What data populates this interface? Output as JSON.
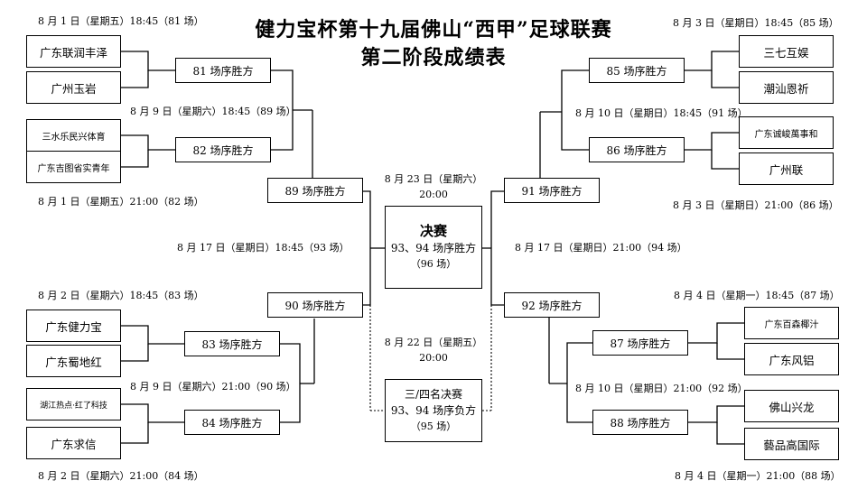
{
  "title": {
    "line1": "健力宝杯第十九届佛山“西甲”足球联赛",
    "line2": "第二阶段成绩表"
  },
  "teams": {
    "lianrun": "广东联润丰泽",
    "yuyan": "广州玉岩",
    "sanshui": "三水乐民兴体育",
    "jitu": "广东吉图省实青年",
    "jianlibao": "广东健力宝",
    "shudihong": "广东蜀地红",
    "zhejiang": "湖江热点·红了科技",
    "qiuxin": "广东求信",
    "sanqi": "三七互娱",
    "chaoshan": "潮汕恩祈",
    "chengjun": "广东诚峻萬事和",
    "guangzhoulian": "广州联",
    "baisen": "广东百森椰汁",
    "fenglv": "广东风铝",
    "xinglong": "佛山兴龙",
    "yipin": "藝品高国际"
  },
  "results": {
    "r81": "81 场序胜方",
    "r82": "82 场序胜方",
    "r83": "83 场序胜方",
    "r84": "84 场序胜方",
    "r85": "85 场序胜方",
    "r86": "86 场序胜方",
    "r87": "87 场序胜方",
    "r88": "88 场序胜方",
    "r89": "89 场序胜方",
    "r90": "90 场序胜方",
    "r91": "91 场序胜方",
    "r92": "92 场序胜方"
  },
  "final": {
    "title": "决赛",
    "desc": "93、94 场序胜方",
    "match": "（96 场）"
  },
  "third_place": {
    "title": "三/四名决赛",
    "desc": "93、94 场序负方",
    "match": "（95 场）"
  },
  "labels": {
    "m81": "8 月 1 日（星期五）18:45（81 场）",
    "m89": "8 月 9 日（星期六）18:45（89 场）",
    "m82": "8 月 1 日（星期五）21:00（82 场）",
    "m93": "8 月 17 日（星期日）18:45（93 场）",
    "m83": "8 月 2 日（星期六）18:45（83 场）",
    "m90": "8 月 9 日（星期六）21:00（90 场）",
    "m84": "8 月 2 日（星期六）21:00（84 场）",
    "m85": "8 月 3 日（星期日）18:45（85 场）",
    "m91": "8 月 10 日（星期日）18:45（91 场）",
    "m86": "8 月 3 日（星期日）21:00（86 场）",
    "m94": "8 月 17 日（星期日）21:00（94 场）",
    "m87": "8 月 4 日（星期一）18:45（87 场）",
    "m92": "8 月 10 日（星期日）21:00（92 场）",
    "m88": "8 月 4 日（星期一）21:00（88 场）",
    "final_date": "8 月 23 日（星期六）",
    "final_time": "20:00",
    "third_date": "8 月 22 日（星期五）",
    "third_time": "20:00"
  }
}
